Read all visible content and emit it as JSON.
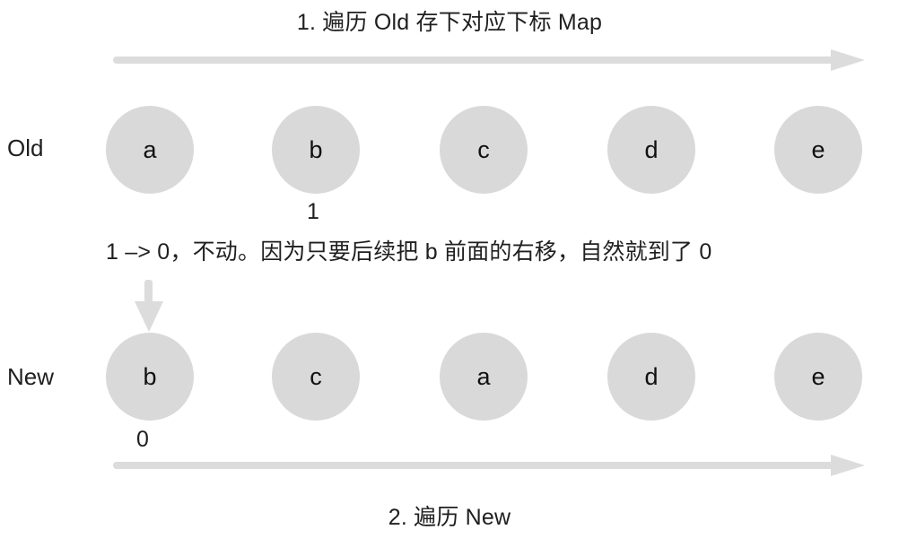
{
  "title": "1. 遍历 Old 存下对应下标 Map",
  "bottom_caption": "2. 遍历 New",
  "explanation": "1 –> 0，不动。因为只要后续把 b 前面的右移，自然就到了 0",
  "rows": [
    {
      "label": "Old",
      "nodes": [
        {
          "value": "a",
          "index_note": ""
        },
        {
          "value": "b",
          "index_note": "1"
        },
        {
          "value": "c",
          "index_note": ""
        },
        {
          "value": "d",
          "index_note": ""
        },
        {
          "value": "e",
          "index_note": ""
        }
      ]
    },
    {
      "label": "New",
      "nodes": [
        {
          "value": "b",
          "index_note": "0"
        },
        {
          "value": "c",
          "index_note": ""
        },
        {
          "value": "a",
          "index_note": ""
        },
        {
          "value": "d",
          "index_note": ""
        },
        {
          "value": "e",
          "index_note": ""
        }
      ]
    }
  ],
  "annotations": {
    "old_b_index": "1",
    "new_b_index": "0"
  },
  "arrows": {
    "top_direction": "right",
    "bottom_direction": "right",
    "move_direction": "down"
  },
  "colors": {
    "node_fill": "#d9d9d9",
    "arrow": "#dcdcdc",
    "text": "#1f1f1f",
    "background": "#ffffff"
  }
}
